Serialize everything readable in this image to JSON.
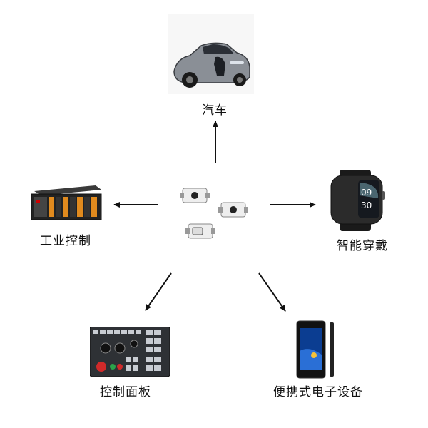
{
  "labels": {
    "car": "汽车",
    "industrial": "工业控制",
    "wearable": "智能穿戴",
    "panel": "控制面板",
    "portable": "便携式电子设备"
  },
  "watch": {
    "time_hour": "09",
    "time_min": "30"
  },
  "colors": {
    "arrow": "#111111"
  }
}
